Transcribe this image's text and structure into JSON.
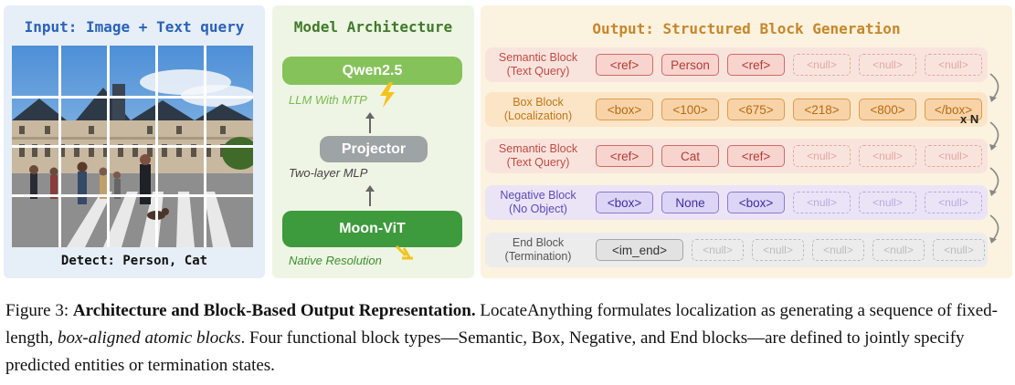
{
  "input_panel": {
    "title": "Input: Image + Text query",
    "caption": "Detect: Person, Cat"
  },
  "arch_panel": {
    "title": "Model Architecture",
    "qwen": "Qwen2.5",
    "qwen_sub": "LLM With MTP",
    "projector": "Projector",
    "projector_sub": "Two-layer MLP",
    "vit": "Moon-ViT",
    "vit_sub": "Native Resolution"
  },
  "output_panel": {
    "title": "Output: Structured Block Generation",
    "repeat_marker": "x N",
    "rows": [
      {
        "label1": "Semantic Block",
        "label2": "(Text Query)",
        "tokens": [
          "<ref>",
          "Person",
          "<ref>",
          "<null>",
          "<null>",
          "<null>"
        ]
      },
      {
        "label1": "Box Block",
        "label2": "(Localization)",
        "tokens": [
          "<box>",
          "<100>",
          "<675>",
          "<218>",
          "<800>",
          "</box>"
        ]
      },
      {
        "label1": "Semantic Block",
        "label2": "(Text Query)",
        "tokens": [
          "<ref>",
          "Cat",
          "<ref>",
          "<null>",
          "<null>",
          "<null>"
        ]
      },
      {
        "label1": "Negative Block",
        "label2": "(No Object)",
        "tokens": [
          "<box>",
          "None",
          "<box>",
          "<null>",
          "<null>",
          "<null>"
        ]
      },
      {
        "label1": "End Block",
        "label2": "(Termination)",
        "tokens": [
          "<im_end>",
          "<null>",
          "<null>",
          "<null>",
          "<null>",
          "<null>"
        ]
      }
    ]
  },
  "caption": {
    "prefix": "Figure 3: ",
    "bold": "Architecture and Block-Based Output Representation.",
    "text1": " LocateAnything formulates localization as generating a sequence of fixed-length, ",
    "italic": "box-aligned atomic blocks",
    "text2": ". Four functional block types—Semantic, Box, Negative, and End blocks—are defined to jointly specify predicted entities or termination states."
  }
}
